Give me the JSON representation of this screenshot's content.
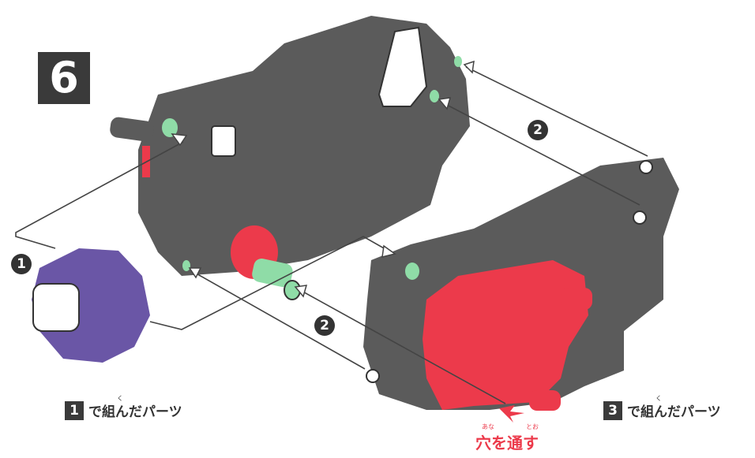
{
  "step": {
    "number": "6"
  },
  "callouts": {
    "one": "1",
    "two": "2"
  },
  "labels": {
    "part_ref_1": {
      "num": "1",
      "text": "で組んだパーツ"
    },
    "part_ref_3": {
      "num": "3",
      "text": "で組んだパーツ"
    }
  },
  "note": {
    "text": "穴を通す",
    "ruby_ana": "あな",
    "ruby_too": "とお"
  },
  "ruby_ku": "く",
  "colors": {
    "body": "#5b5b5b",
    "highlight_red": "#ec3a4b",
    "highlight_green": "#8fdca7",
    "motor_purple": "#6a56a6",
    "ink": "#333333"
  }
}
